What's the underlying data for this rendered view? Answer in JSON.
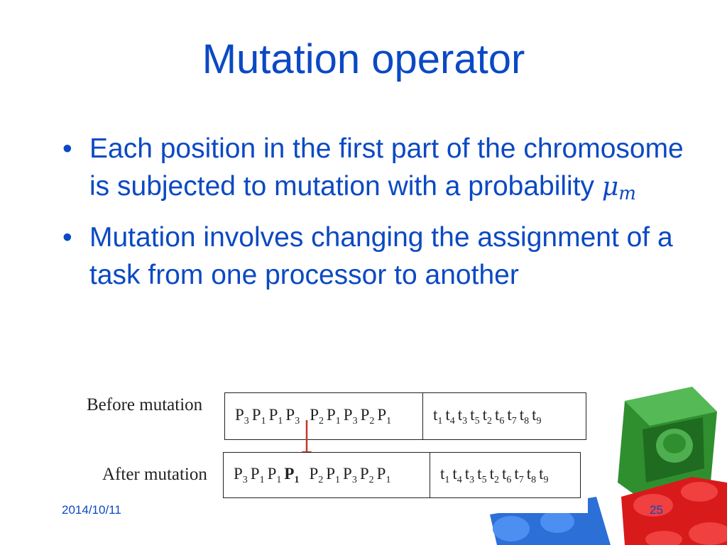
{
  "slide": {
    "title": "Mutation operator",
    "bullet_1_text": "Each position in the first part of the chromosome is subjected to mutation with a probability",
    "bullet_1_symbol": "μ",
    "bullet_1_symbol_sub": "m",
    "bullet_2_text": "Mutation involves changing the assignment of a task from one processor to another",
    "bullet_mark": "•"
  },
  "diagram": {
    "before_label": "Before mutation",
    "after_label": "After mutation",
    "before_processors": [
      {
        "base": "P",
        "sub": "3"
      },
      {
        "base": "P",
        "sub": "1"
      },
      {
        "base": "P",
        "sub": "1"
      },
      {
        "base": "P",
        "sub": "3"
      },
      {
        "base": "P",
        "sub": "2"
      },
      {
        "base": "P",
        "sub": "1"
      },
      {
        "base": "P",
        "sub": "3"
      },
      {
        "base": "P",
        "sub": "2"
      },
      {
        "base": "P",
        "sub": "1"
      }
    ],
    "after_processors": [
      {
        "base": "P",
        "sub": "3"
      },
      {
        "base": "P",
        "sub": "1"
      },
      {
        "base": "P",
        "sub": "1"
      },
      {
        "base": "P",
        "sub": "1",
        "bold": true
      },
      {
        "base": "P",
        "sub": "2"
      },
      {
        "base": "P",
        "sub": "1"
      },
      {
        "base": "P",
        "sub": "3"
      },
      {
        "base": "P",
        "sub": "2"
      },
      {
        "base": "P",
        "sub": "1"
      }
    ],
    "tasks": [
      {
        "base": "t",
        "sub": "1"
      },
      {
        "base": "t",
        "sub": "4"
      },
      {
        "base": "t",
        "sub": "3"
      },
      {
        "base": "t",
        "sub": "5"
      },
      {
        "base": "t",
        "sub": "2"
      },
      {
        "base": "t",
        "sub": "6"
      },
      {
        "base": "t",
        "sub": "7"
      },
      {
        "base": "t",
        "sub": "8"
      },
      {
        "base": "t",
        "sub": "9"
      }
    ],
    "arrow_color": "#c0392b"
  },
  "footer": {
    "date": "2014/10/11",
    "page_number": "25"
  },
  "colors": {
    "text_blue": "#0b49c4",
    "lego_green": "#3a9a3a",
    "lego_red": "#e02020",
    "lego_blue": "#2c6fd6"
  }
}
